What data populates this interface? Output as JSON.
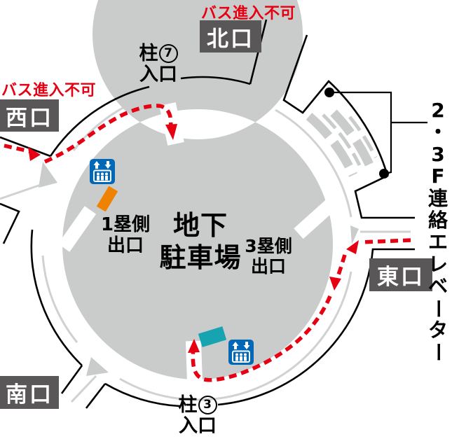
{
  "labels": {
    "bus_no_entry_west": "バス進入不可",
    "bus_no_entry_north": "バス進入不可",
    "exit_west": "西口",
    "exit_north": "北口",
    "exit_east": "東口",
    "exit_south": "南口",
    "pillar7": {
      "prefix": "柱",
      "number": "7",
      "entrance": "入口"
    },
    "pillar3": {
      "prefix": "柱",
      "number": "3",
      "entrance": "入口"
    },
    "first_base_exit": {
      "line1": "1塁側",
      "line2": "出口"
    },
    "third_base_exit": {
      "line1": "3塁側",
      "line2": "出口"
    },
    "center_title": {
      "line1": "地下",
      "line2": "駐車場"
    },
    "elevator_vertical": "2・3F連絡エレベーター"
  },
  "icons": {
    "elevator_icon": "elevator-pictogram (up/down arrows above car with 3 people)"
  },
  "colors": {
    "route_red": "#e60012",
    "ring_gray": "#cacbcb",
    "road_edge_gray": "#d0d1d1",
    "exit_box_gray": "#595757",
    "elevator_blue": "#0068b7",
    "marker_orange": "#ef8200",
    "marker_teal": "#16a4b0"
  }
}
